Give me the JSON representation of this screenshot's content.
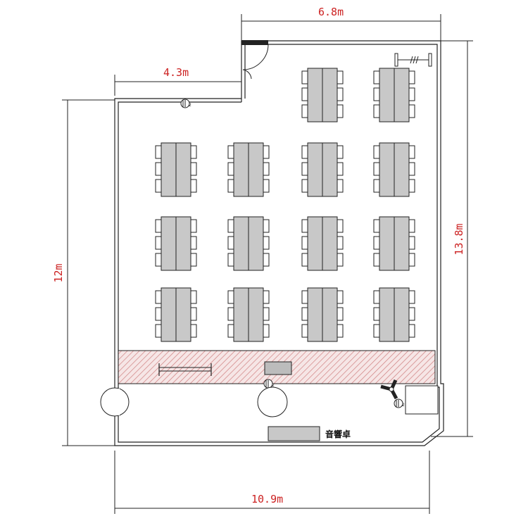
{
  "dimensions": {
    "top": "6.8m",
    "upper_left": "4.3m",
    "left": "12m",
    "right": "13.8m",
    "bottom": "10.9m"
  },
  "labels": {
    "mixing_desk": "音響卓"
  },
  "colors": {
    "dimension_text": "#cc2222",
    "stage_hatch": "#d08080",
    "table_fill": "#c8c8c8"
  },
  "icons": [
    "door-swing-icon",
    "speaker-icon",
    "camera-tripod-icon",
    "pillar-icon"
  ]
}
